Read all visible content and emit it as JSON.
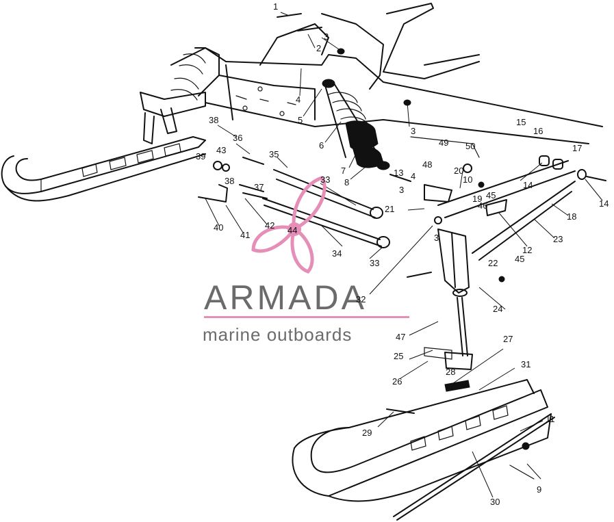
{
  "watermark": {
    "brand": "ARMADA",
    "tagline": "marine outboards",
    "logo_icon": "propeller-icon",
    "colors": {
      "text": "#6b6b6b",
      "accent": "#e58fb8",
      "line": "#e58fb8"
    }
  },
  "callouts": [
    {
      "id": "c1",
      "text": "1"
    },
    {
      "id": "c2",
      "text": "2"
    },
    {
      "id": "c3a",
      "text": "3"
    },
    {
      "id": "c3b",
      "text": "3"
    },
    {
      "id": "c3c",
      "text": "3"
    },
    {
      "id": "c3d",
      "text": "3"
    },
    {
      "id": "c4a",
      "text": "4"
    },
    {
      "id": "c4b",
      "text": "4"
    },
    {
      "id": "c5",
      "text": "5"
    },
    {
      "id": "c6",
      "text": "6"
    },
    {
      "id": "c7",
      "text": "7"
    },
    {
      "id": "c8",
      "text": "8"
    },
    {
      "id": "c9",
      "text": "9"
    },
    {
      "id": "c10",
      "text": "10"
    },
    {
      "id": "c11",
      "text": "11"
    },
    {
      "id": "c12",
      "text": "12"
    },
    {
      "id": "c13",
      "text": "13"
    },
    {
      "id": "c14a",
      "text": "14"
    },
    {
      "id": "c14b",
      "text": "14"
    },
    {
      "id": "c15",
      "text": "15"
    },
    {
      "id": "c16",
      "text": "16"
    },
    {
      "id": "c17",
      "text": "17"
    },
    {
      "id": "c18",
      "text": "18"
    },
    {
      "id": "c19",
      "text": "19"
    },
    {
      "id": "c20",
      "text": "20"
    },
    {
      "id": "c21",
      "text": "21"
    },
    {
      "id": "c22",
      "text": "22"
    },
    {
      "id": "c23",
      "text": "23"
    },
    {
      "id": "c24",
      "text": "24"
    },
    {
      "id": "c25",
      "text": "25"
    },
    {
      "id": "c26",
      "text": "26"
    },
    {
      "id": "c27",
      "text": "27"
    },
    {
      "id": "c28",
      "text": "28"
    },
    {
      "id": "c29",
      "text": "29"
    },
    {
      "id": "c30",
      "text": "30"
    },
    {
      "id": "c31",
      "text": "31"
    },
    {
      "id": "c32",
      "text": "32"
    },
    {
      "id": "c33a",
      "text": "33"
    },
    {
      "id": "c33b",
      "text": "33"
    },
    {
      "id": "c34",
      "text": "34"
    },
    {
      "id": "c35",
      "text": "35"
    },
    {
      "id": "c36",
      "text": "36"
    },
    {
      "id": "c37",
      "text": "37"
    },
    {
      "id": "c38a",
      "text": "38"
    },
    {
      "id": "c38b",
      "text": "38"
    },
    {
      "id": "c39",
      "text": "39"
    },
    {
      "id": "c40",
      "text": "40"
    },
    {
      "id": "c41",
      "text": "41"
    },
    {
      "id": "c42",
      "text": "42"
    },
    {
      "id": "c43",
      "text": "43"
    },
    {
      "id": "c44",
      "text": "44"
    },
    {
      "id": "c45a",
      "text": "45"
    },
    {
      "id": "c45b",
      "text": "45"
    },
    {
      "id": "c46",
      "text": "46"
    },
    {
      "id": "c47",
      "text": "47"
    },
    {
      "id": "c48",
      "text": "48"
    },
    {
      "id": "c49",
      "text": "49"
    },
    {
      "id": "c50",
      "text": "50"
    }
  ]
}
